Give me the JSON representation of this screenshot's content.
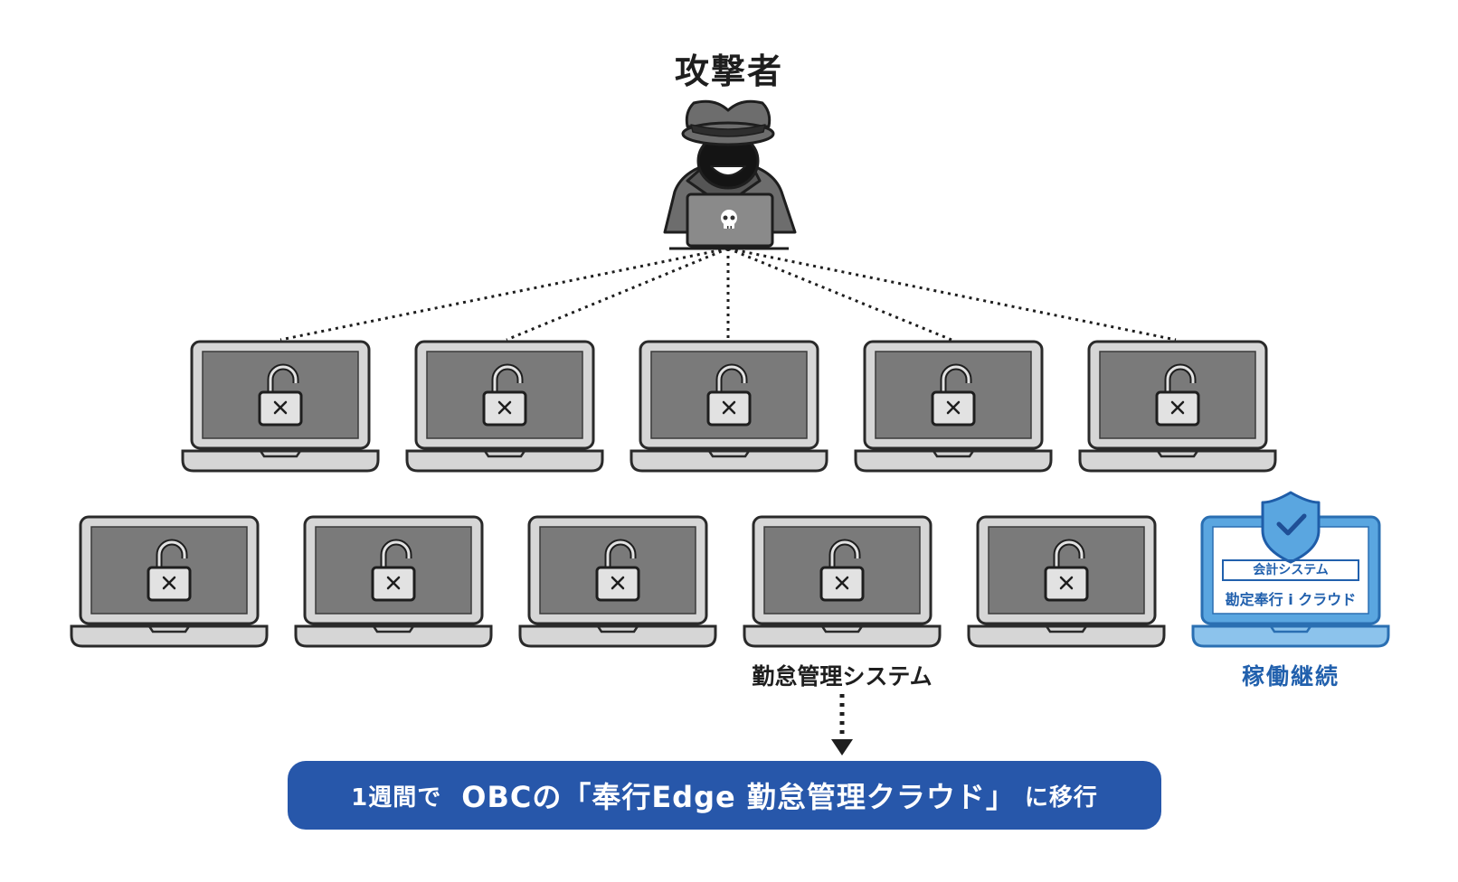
{
  "attacker": {
    "title": "攻撃者",
    "icon": "hacker-icon",
    "laptop_icon": "skull-icon"
  },
  "row1": {
    "laptops": [
      {
        "state": "compromised",
        "icon": "unlocked-padlock-icon"
      },
      {
        "state": "compromised",
        "icon": "unlocked-padlock-icon"
      },
      {
        "state": "compromised",
        "icon": "unlocked-padlock-icon"
      },
      {
        "state": "compromised",
        "icon": "unlocked-padlock-icon"
      },
      {
        "state": "compromised",
        "icon": "unlocked-padlock-icon"
      }
    ]
  },
  "row2": {
    "laptops": [
      {
        "state": "compromised",
        "icon": "unlocked-padlock-icon"
      },
      {
        "state": "compromised",
        "icon": "unlocked-padlock-icon"
      },
      {
        "state": "compromised",
        "icon": "unlocked-padlock-icon"
      },
      {
        "state": "compromised",
        "icon": "unlocked-padlock-icon",
        "label": "勤怠管理システム"
      },
      {
        "state": "compromised",
        "icon": "unlocked-padlock-icon"
      }
    ]
  },
  "protected": {
    "icon": "shield-check-icon",
    "system_box": "会計システム",
    "system_name": "勘定奉行 i クラウド",
    "label": "稼働継続"
  },
  "banner": {
    "lead": "1週間で",
    "main": "OBCの「奉行Edge 勤怠管理クラウド」",
    "tail": "に移行"
  },
  "colors": {
    "compromised_body": "#d6d6d6",
    "compromised_screen": "#7a7a7a",
    "protected_body": "#8cc3ec",
    "protected_frame": "#5aa6e0",
    "accent_blue": "#2757aa",
    "label_blue": "#2160ad"
  }
}
